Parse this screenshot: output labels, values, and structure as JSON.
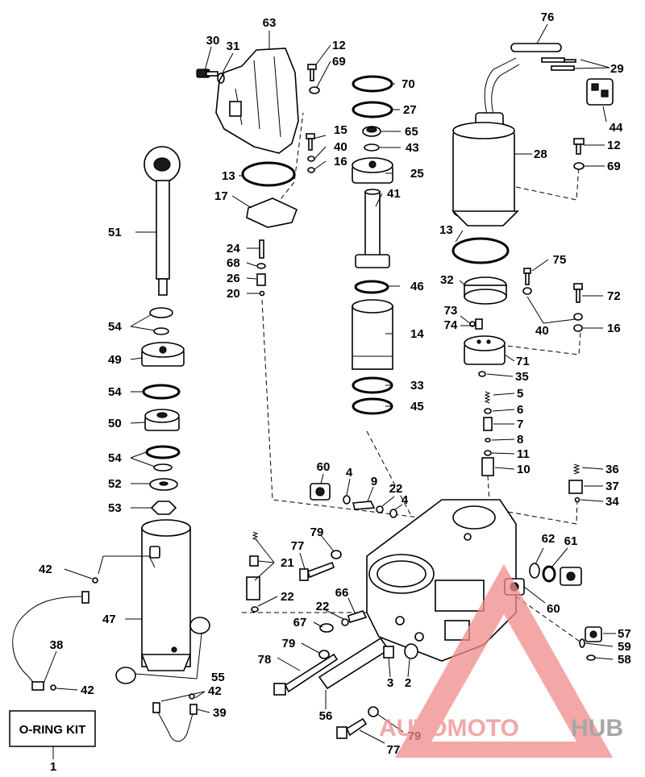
{
  "diagram": {
    "kit_label": "O-RING KIT",
    "parts": {
      "p1": "1",
      "p2": "2",
      "p3": "3",
      "p4a": "4",
      "p4b": "4",
      "p5": "5",
      "p6": "6",
      "p7": "7",
      "p8": "8",
      "p9": "9",
      "p10": "10",
      "p11": "11",
      "p12a": "12",
      "p12b": "12",
      "p13a": "13",
      "p13b": "13",
      "p14": "14",
      "p15": "15",
      "p16a": "16",
      "p16b": "16",
      "p17": "17",
      "p20": "20",
      "p21": "21",
      "p22a": "22",
      "p22b": "22",
      "p22c": "22",
      "p24": "24",
      "p25": "25",
      "p26": "26",
      "p27": "27",
      "p28": "28",
      "p29": "29",
      "p30": "30",
      "p31": "31",
      "p32": "32",
      "p33": "33",
      "p34": "34",
      "p35": "35",
      "p36": "36",
      "p37": "37",
      "p38": "38",
      "p39": "39",
      "p40a": "40",
      "p40b": "40",
      "p41": "41",
      "p42a": "42",
      "p42b": "42",
      "p42c": "42",
      "p43": "43",
      "p44": "44",
      "p45": "45",
      "p46": "46",
      "p47": "47",
      "p49": "49",
      "p50": "50",
      "p51": "51",
      "p52": "52",
      "p53": "53",
      "p54a": "54",
      "p54b": "54",
      "p54c": "54",
      "p55": "55",
      "p56": "56",
      "p57": "57",
      "p58": "58",
      "p59": "59",
      "p60a": "60",
      "p60b": "60",
      "p61": "61",
      "p62": "62",
      "p63": "63",
      "p65": "65",
      "p66": "66",
      "p67": "67",
      "p68": "68",
      "p69a": "69",
      "p69b": "69",
      "p70": "70",
      "p71": "71",
      "p72": "72",
      "p73": "73",
      "p74": "74",
      "p75": "75",
      "p76": "76",
      "p77a": "77",
      "p77b": "77",
      "p78": "78",
      "p79a": "79",
      "p79b": "79",
      "p79c": "79"
    }
  },
  "watermark": {
    "brand_part1": "AUTOMOTO",
    "brand_part2": "HUB",
    "color_primary": "#f08a8a",
    "color_secondary": "#8a8a8a"
  }
}
